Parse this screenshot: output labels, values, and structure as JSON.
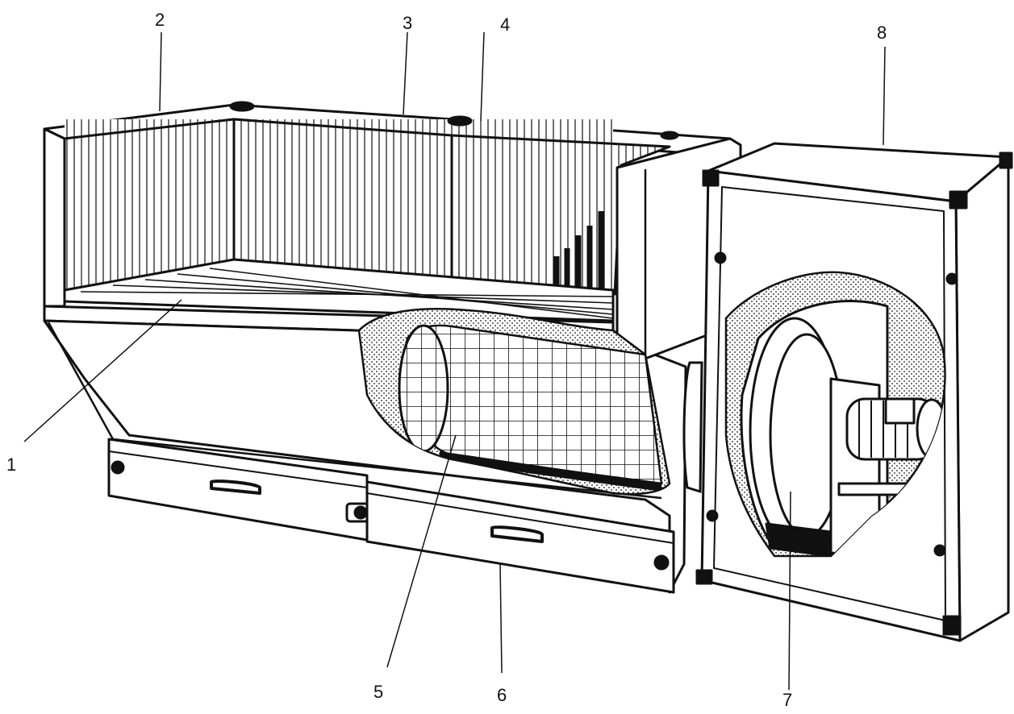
{
  "callouts": [
    {
      "id": "1",
      "label": "1"
    },
    {
      "id": "2",
      "label": "2"
    },
    {
      "id": "3",
      "label": "3"
    },
    {
      "id": "4",
      "label": "4"
    },
    {
      "id": "5",
      "label": "5"
    },
    {
      "id": "6",
      "label": "6"
    },
    {
      "id": "7",
      "label": "7"
    },
    {
      "id": "8",
      "label": "8"
    }
  ],
  "colors": {
    "ink": "#111111",
    "paper": "#ffffff",
    "shade": "#e8e8e8"
  }
}
